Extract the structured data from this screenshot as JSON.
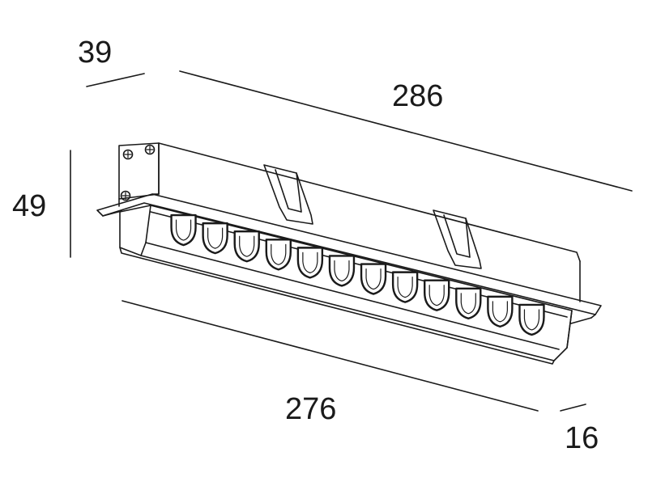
{
  "dimensions": {
    "depth": "39",
    "overall_length": "286",
    "height": "49",
    "body_length": "276",
    "width": "16"
  },
  "drawing": {
    "lens_count": 12,
    "colors": {
      "line": "#1a1a1a",
      "background": "#ffffff"
    }
  }
}
